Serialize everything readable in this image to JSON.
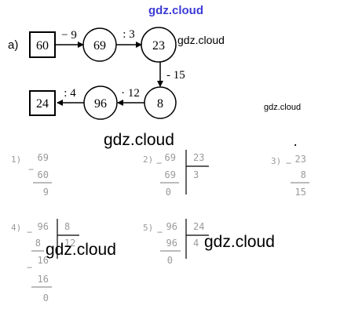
{
  "header": {
    "watermark": "gdz.cloud",
    "watermark_color": "#3b3bd6"
  },
  "task_label": "а)",
  "chain": {
    "start": "60",
    "op_sub9": "− 9",
    "n69": "69",
    "op_div3": ": 3",
    "n23": "23",
    "op_sub15": "- 15",
    "n8": "8",
    "op_mul12": "· 12",
    "n96": "96",
    "op_div4": ": 4",
    "result": "24"
  },
  "watermarks": {
    "w1": "gdz.cloud",
    "w2": "gdz.cloud",
    "w3": "gdz.cloud",
    "w4": "gdz.cloud",
    "w5": "gdz.cloud"
  },
  "calculations": {
    "c1": {
      "label": "1)",
      "minuend": "69",
      "subtrahend": "60",
      "result": "9"
    },
    "c2": {
      "label": "2)",
      "dividend": "69",
      "divisor": "23",
      "product": "69",
      "quotient": "3",
      "remainder": "0"
    },
    "c3": {
      "label": "3)",
      "dot": "·",
      "top": "23",
      "bottom": "8",
      "result": "15"
    },
    "c4": {
      "label": "4)",
      "dividend": "96",
      "divisor": "8",
      "quotient": "12",
      "p1": "8",
      "r1": "16",
      "p2": "16",
      "r2": "0"
    },
    "c5": {
      "label": "5)",
      "dividend": "96",
      "divisor": "24",
      "product": "96",
      "quotient": "4",
      "remainder": "0"
    }
  }
}
